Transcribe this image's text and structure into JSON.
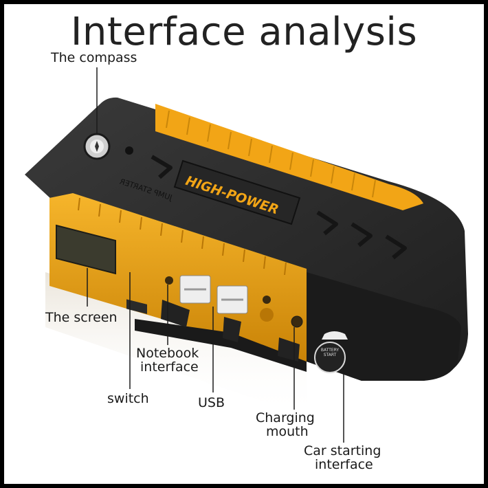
{
  "title": "Interface analysis",
  "product_text": {
    "brand": "HIGH-POWER",
    "subtext": "JUMP STARTER",
    "button_text": "BATTERY\nSTART"
  },
  "labels": {
    "compass": "The compass",
    "screen": "The screen",
    "notebook_line1": "Notebook",
    "notebook_line2": "interface",
    "switch": "switch",
    "usb": "USB",
    "charging_line1": "Charging",
    "charging_line2": "mouth",
    "car_line1": "Car starting",
    "car_line2": "interface"
  },
  "colors": {
    "body": "#2b2b2b",
    "accent": "#f2a516",
    "text": "#1a1a1a"
  }
}
